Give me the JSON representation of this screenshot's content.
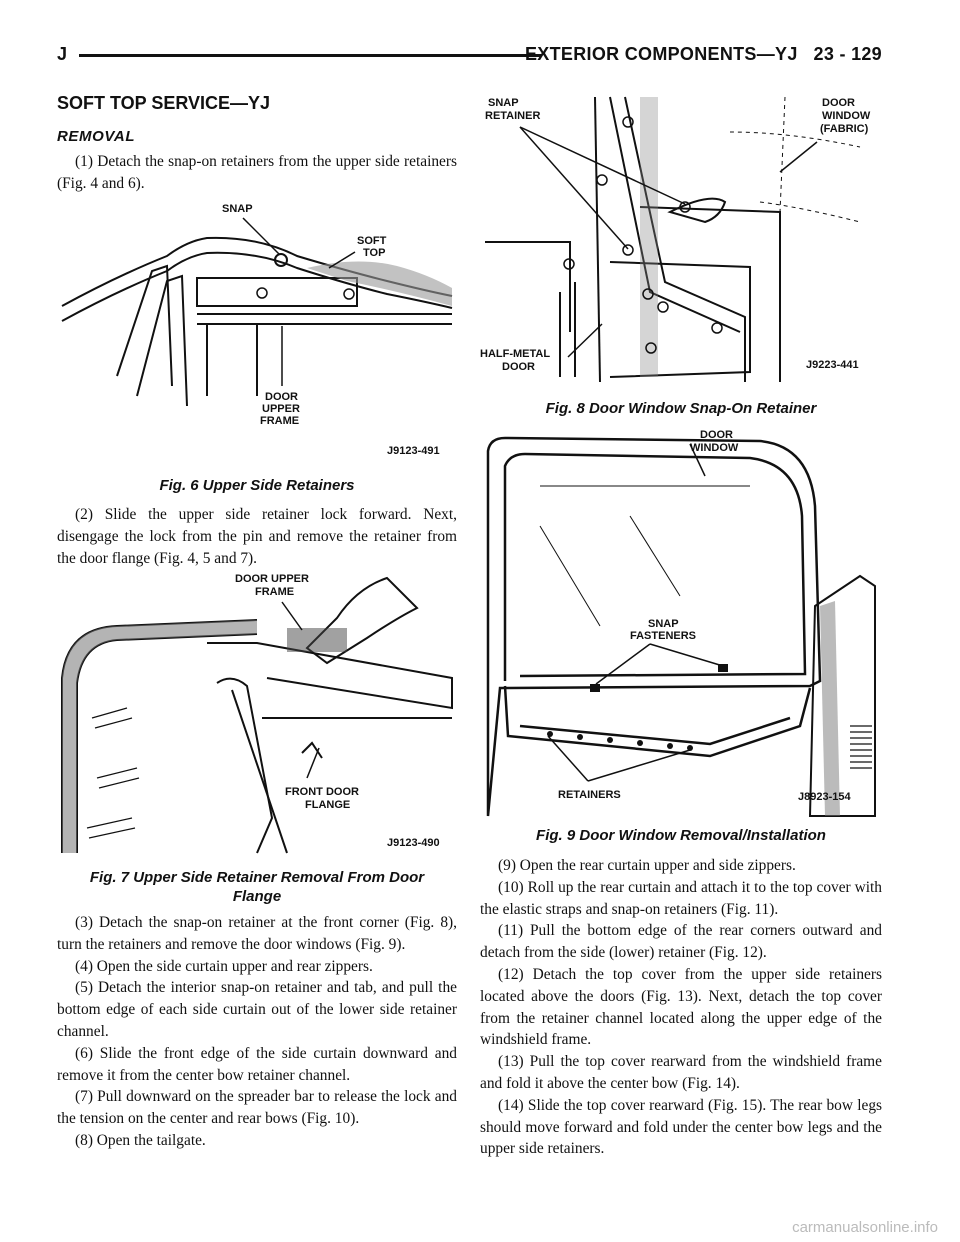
{
  "header": {
    "left": "J",
    "section": "EXTERIOR COMPONENTS—YJ",
    "page": "23 - 129"
  },
  "title": "SOFT TOP SERVICE—YJ",
  "subtitle": "REMOVAL",
  "left_col": {
    "p1": "(1) Detach the snap-on retainers from the upper side retainers (Fig. 4 and 6).",
    "p2": "(2) Slide the upper side retainer lock forward. Next, disengage the lock from the pin and remove the retainer from the door flange (Fig. 4, 5 and 7).",
    "p3": "(3) Detach the snap-on retainer at the front corner (Fig. 8), turn the retainers and remove the door windows (Fig. 9).",
    "p4": "(4) Open the side curtain upper and rear zippers.",
    "p5": "(5) Detach the interior snap-on retainer and tab, and pull the bottom edge of each side curtain out of the lower side retainer channel.",
    "p6": "(6) Slide the front edge of the side curtain downward and remove it from the center bow retainer channel.",
    "p7": "(7) Pull downward on the spreader bar to release the lock and the tension on the center and rear bows (Fig. 10).",
    "p8": "(8) Open the tailgate."
  },
  "right_col": {
    "p9": "(9) Open the rear curtain upper and side zippers.",
    "p10": "(10) Roll up the rear curtain and attach it to the top cover with the elastic straps and snap-on retainers (Fig. 11).",
    "p11": "(11) Pull the bottom edge of the rear corners outward and detach from the side (lower) retainer (Fig. 12).",
    "p12": "(12) Detach the top cover from the upper side retainers located above the doors (Fig. 13). Next, detach the top cover from the retainer channel located along the upper edge of the windshield frame.",
    "p13": "(13) Pull the top cover rearward from the windshield frame and fold it above the center bow (Fig. 14).",
    "p14": "(14) Slide the top cover rearward (Fig. 15). The rear bow legs should move forward and fold under the center bow legs and the upper side retainers."
  },
  "fig6": {
    "caption": "Fig. 6 Upper Side Retainers",
    "labels": {
      "snap": "SNAP",
      "soft": "SOFT",
      "top": "TOP",
      "door": "DOOR",
      "upper": "UPPER",
      "frame": "FRAME",
      "code": "J9123-491"
    }
  },
  "fig7": {
    "caption_line1": "Fig. 7 Upper Side Retainer Removal From Door",
    "caption_line2": "Flange",
    "labels": {
      "door_upper": "DOOR UPPER",
      "frame": "FRAME",
      "front_door": "FRONT DOOR",
      "flange": "FLANGE",
      "code": "J9123-490"
    }
  },
  "fig8": {
    "caption": "Fig. 8 Door Window Snap-On Retainer",
    "labels": {
      "snap": "SNAP",
      "retainer": "RETAINER",
      "door": "DOOR",
      "window": "WINDOW",
      "fabric": "(FABRIC)",
      "half_metal": "HALF-METAL",
      "door2": "DOOR",
      "code": "J9223-441"
    }
  },
  "fig9": {
    "caption": "Fig. 9 Door Window Removal/Installation",
    "labels": {
      "door": "DOOR",
      "window": "WINDOW",
      "snap": "SNAP",
      "fasteners": "FASTENERS",
      "retainers": "RETAINERS",
      "code": "J8923-154"
    }
  },
  "watermark": "carmanualsonline.info"
}
